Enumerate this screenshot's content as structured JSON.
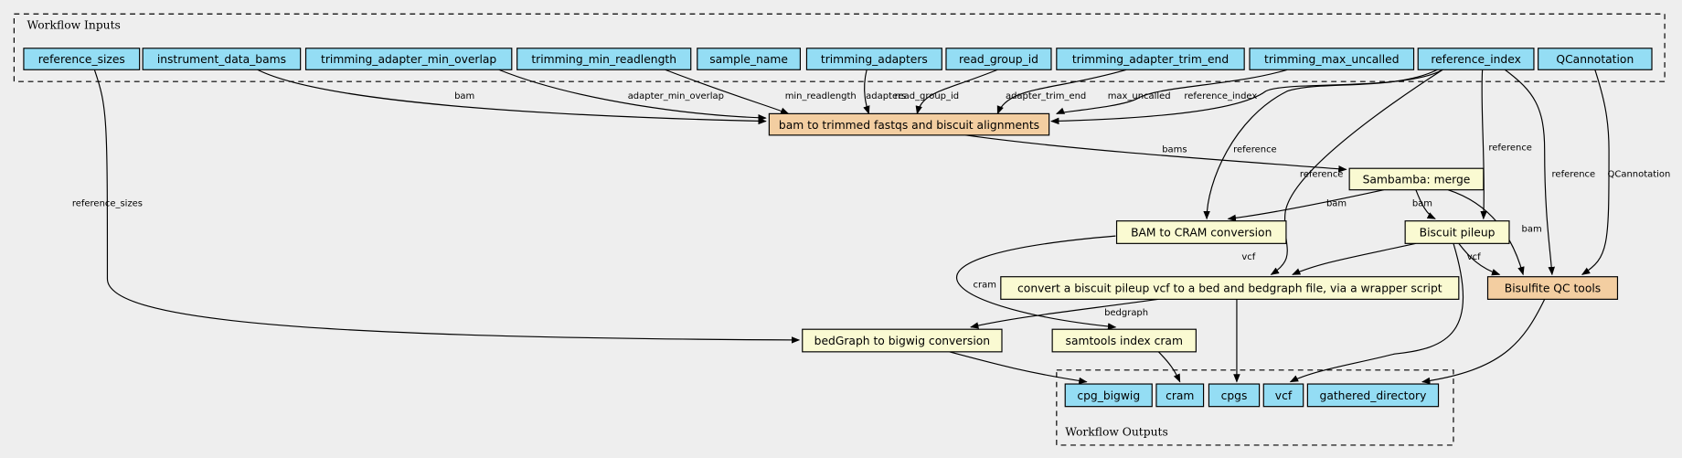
{
  "inputs_cluster": {
    "label": "Workflow Inputs"
  },
  "outputs_cluster": {
    "label": "Workflow Outputs"
  },
  "colors": {
    "io": "#94ddf4",
    "step": "#fafad2",
    "workflow": "#f3cea1",
    "background": "#eeeeee"
  },
  "inputs": [
    {
      "id": "reference_sizes",
      "label": "reference_sizes"
    },
    {
      "id": "instrument_data_bams",
      "label": "instrument_data_bams"
    },
    {
      "id": "trimming_adapter_min_overlap",
      "label": "trimming_adapter_min_overlap"
    },
    {
      "id": "trimming_min_readlength",
      "label": "trimming_min_readlength"
    },
    {
      "id": "sample_name",
      "label": "sample_name"
    },
    {
      "id": "trimming_adapters",
      "label": "trimming_adapters"
    },
    {
      "id": "read_group_id",
      "label": "read_group_id"
    },
    {
      "id": "trimming_adapter_trim_end",
      "label": "trimming_adapter_trim_end"
    },
    {
      "id": "trimming_max_uncalled",
      "label": "trimming_max_uncalled"
    },
    {
      "id": "reference_index",
      "label": "reference_index"
    },
    {
      "id": "QCannotation",
      "label": "QCannotation"
    }
  ],
  "steps": [
    {
      "id": "bam_to_trimmed",
      "label": "bam to trimmed fastqs and biscuit alignments",
      "kind": "workflow"
    },
    {
      "id": "sambamba",
      "label": "Sambamba: merge",
      "kind": "step"
    },
    {
      "id": "bam_to_cram",
      "label": "BAM to CRAM conversion",
      "kind": "step"
    },
    {
      "id": "biscuit_pileup",
      "label": "Biscuit pileup",
      "kind": "step"
    },
    {
      "id": "convert_vcf",
      "label": "convert a biscuit pileup vcf to a bed and bedgraph file, via a wrapper script",
      "kind": "step"
    },
    {
      "id": "bisulfite_qc",
      "label": "Bisulfite QC tools",
      "kind": "workflow"
    },
    {
      "id": "bedgraph_to_bigwig",
      "label": "bedGraph to bigwig conversion",
      "kind": "step"
    },
    {
      "id": "samtools_index",
      "label": "samtools index cram",
      "kind": "step"
    }
  ],
  "outputs": [
    {
      "id": "cpg_bigwig",
      "label": "cpg_bigwig"
    },
    {
      "id": "cram",
      "label": "cram"
    },
    {
      "id": "cpgs",
      "label": "cpgs"
    },
    {
      "id": "vcf",
      "label": "vcf"
    },
    {
      "id": "gathered_directory",
      "label": "gathered_directory"
    }
  ],
  "edges": [
    {
      "from": "reference_sizes",
      "to": "bedgraph_to_bigwig",
      "label": "reference_sizes"
    },
    {
      "from": "instrument_data_bams",
      "to": "bam_to_trimmed",
      "label": "bam"
    },
    {
      "from": "trimming_adapter_min_overlap",
      "to": "bam_to_trimmed",
      "label": "adapter_min_overlap"
    },
    {
      "from": "trimming_min_readlength",
      "to": "bam_to_trimmed",
      "label": "min_readlength"
    },
    {
      "from": "trimming_adapters",
      "to": "bam_to_trimmed",
      "label": "adapters"
    },
    {
      "from": "read_group_id",
      "to": "bam_to_trimmed",
      "label": "read_group_id"
    },
    {
      "from": "trimming_adapter_trim_end",
      "to": "bam_to_trimmed",
      "label": "adapter_trim_end"
    },
    {
      "from": "trimming_max_uncalled",
      "to": "bam_to_trimmed",
      "label": "max_uncalled"
    },
    {
      "from": "reference_index",
      "to": "bam_to_trimmed",
      "label": "reference_index"
    },
    {
      "from": "bam_to_trimmed",
      "to": "sambamba",
      "label": "bams"
    },
    {
      "from": "reference_index",
      "to": "bam_to_cram",
      "label": "reference"
    },
    {
      "from": "reference_index",
      "to": "convert_vcf",
      "label": "reference"
    },
    {
      "from": "reference_index",
      "to": "biscuit_pileup",
      "label": "reference"
    },
    {
      "from": "reference_index",
      "to": "bisulfite_qc",
      "label": "reference"
    },
    {
      "from": "QCannotation",
      "to": "bisulfite_qc",
      "label": "QCannotation"
    },
    {
      "from": "sambamba",
      "to": "bam_to_cram",
      "label": "bam"
    },
    {
      "from": "sambamba",
      "to": "biscuit_pileup",
      "label": "bam"
    },
    {
      "from": "sambamba",
      "to": "bisulfite_qc",
      "label": "bam"
    },
    {
      "from": "bam_to_cram",
      "to": "samtools_index",
      "label": "cram"
    },
    {
      "from": "biscuit_pileup",
      "to": "convert_vcf",
      "label": "vcf"
    },
    {
      "from": "biscuit_pileup",
      "to": "bisulfite_qc",
      "label": "vcf"
    },
    {
      "from": "biscuit_pileup",
      "to": "vcf",
      "label": ""
    },
    {
      "from": "convert_vcf",
      "to": "bedgraph_to_bigwig",
      "label": "bedgraph"
    },
    {
      "from": "convert_vcf",
      "to": "cpgs",
      "label": ""
    },
    {
      "from": "samtools_index",
      "to": "cram",
      "label": ""
    },
    {
      "from": "bedgraph_to_bigwig",
      "to": "cpg_bigwig",
      "label": ""
    },
    {
      "from": "bisulfite_qc",
      "to": "gathered_directory",
      "label": ""
    }
  ]
}
